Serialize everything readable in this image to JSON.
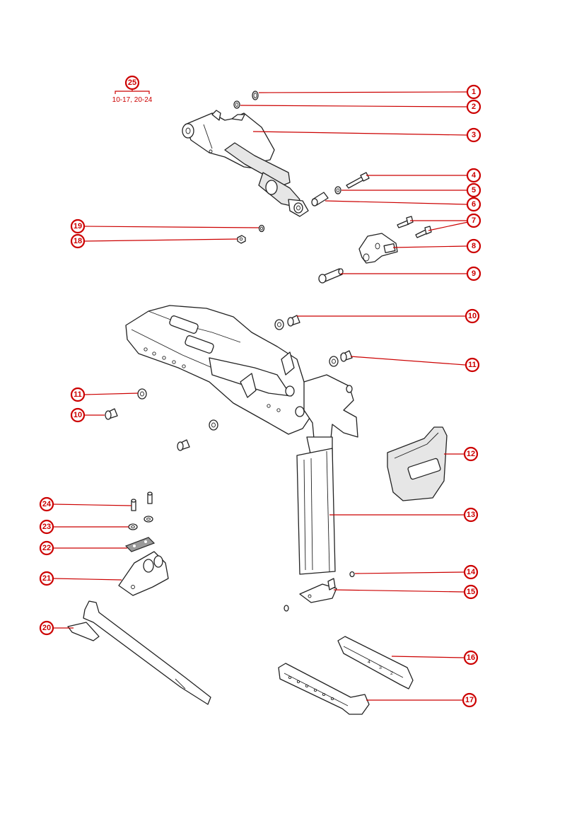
{
  "diagram": {
    "group_callout": {
      "number": "25",
      "range_label": "10-17, 20-24"
    },
    "callouts": [
      {
        "id": "c1",
        "label": "1"
      },
      {
        "id": "c2",
        "label": "2"
      },
      {
        "id": "c3",
        "label": "3"
      },
      {
        "id": "c4",
        "label": "4"
      },
      {
        "id": "c5",
        "label": "5"
      },
      {
        "id": "c6",
        "label": "6"
      },
      {
        "id": "c7",
        "label": "7"
      },
      {
        "id": "c8",
        "label": "8"
      },
      {
        "id": "c9",
        "label": "9"
      },
      {
        "id": "c10a",
        "label": "10"
      },
      {
        "id": "c11a",
        "label": "11"
      },
      {
        "id": "c12",
        "label": "12"
      },
      {
        "id": "c13",
        "label": "13"
      },
      {
        "id": "c14",
        "label": "14"
      },
      {
        "id": "c15",
        "label": "15"
      },
      {
        "id": "c16",
        "label": "16"
      },
      {
        "id": "c17",
        "label": "17"
      },
      {
        "id": "c18",
        "label": "18"
      },
      {
        "id": "c19",
        "label": "19"
      },
      {
        "id": "c11b",
        "label": "11"
      },
      {
        "id": "c10b",
        "label": "10"
      },
      {
        "id": "c24",
        "label": "24"
      },
      {
        "id": "c23",
        "label": "23"
      },
      {
        "id": "c22",
        "label": "22"
      },
      {
        "id": "c21",
        "label": "21"
      },
      {
        "id": "c20",
        "label": "20"
      }
    ],
    "scale_marks": {
      "footplate_marks": [
        "4",
        "3",
        "2"
      ]
    }
  },
  "colors": {
    "callout": "#cc0000",
    "line_art": "#222222",
    "background": "#ffffff"
  }
}
